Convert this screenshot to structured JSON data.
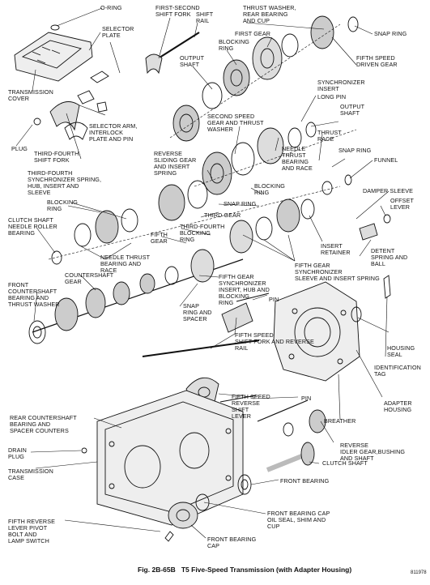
{
  "caption": "Fig. 2B-65B   T5 Five-Speed Transmission (with Adapter Housing)",
  "figure_code": "811978",
  "labels": {
    "o_ring": "O-RING",
    "selector_plate": "SELECTOR\nPLATE",
    "transmission_cover": "TRANSMISSION\nCOVER",
    "first_second_shift_fork": "FIRST-SECOND\nSHIFT FORK",
    "shift_rail": "SHIFT\nRAIL",
    "thrust_washer_rear_bearing": "THRUST WASHER,\nREAR BEARING\nAND CUP",
    "first_gear": "FIRST GEAR",
    "snap_ring_top": "SNAP RING",
    "blocking_ring_top": "BLOCKING\nRING",
    "output_shaft_top": "OUTPUT\nSHAFT",
    "fifth_speed_driven_gear": "FIFTH SPEED\nDRIVEN GEAR",
    "synchronizer_insert": "SYNCHRONIZER\nINSERT",
    "long_pin": "LONG PIN",
    "output_shaft_right": "OUTPUT\nSHAFT",
    "plug": "PLUG",
    "selector_arm": "SELECTOR ARM,\nINTERLOCK\nPLATE AND PIN",
    "second_speed_gear": "SECOND SPEED\nGEAR AND THRUST\nWASHER",
    "thrust_race": "THRUST\nRACE",
    "third_fourth_shift_fork": "THIRD-FOURTH\nSHIFT FORK",
    "reverse_sliding_gear": "REVERSE\nSLIDING GEAR\nAND INSERT\nSPRING",
    "needle_thrust_bearing_race_right": "NEEDLE\nTHRUST\nBEARING\nAND RACE",
    "snap_ring_right": "SNAP RING",
    "funnel": "FUNNEL",
    "third_fourth_synchronizer": "THIRD-FOURTH\nSYNCHRONIZER SPRING,\nHUB, INSERT AND\nSLEEVE",
    "blocking_ring_mid": "BLOCKING\nRING",
    "snap_ring_mid": "SNAP RING",
    "damper_sleeve": "DAMPER SLEEVE",
    "offset_lever": "OFFSET\nLEVER",
    "blocking_ring_left": "BLOCKING\nRING",
    "third_gear": "THIRD GEAR",
    "clutch_shaft_needle_roller": "CLUTCH SHAFT\nNEEDLE ROLLER\nBEARING",
    "third_fourth_blocking_ring": "THIRD-FOURTH\nBLOCKING\nRING",
    "insert_retainer": "INSERT\nRETAINER",
    "detent_spring": "DETENT\nSPRING AND\nBALL",
    "fifth_gear": "FIFTH\nGEAR",
    "needle_thrust_bearing_race_left": "NEEDLE THRUST\nBEARING AND\nRACE",
    "fifth_gear_synchronizer_sleeve": "FIFTH GEAR\nSYNCHRONIZER\nSLEEVE AND INSERT SPRING",
    "countershaft_gear": "COUNTERSHAFT\nGEAR",
    "front_countershaft_bearing": "FRONT\nCOUNTERSHAFT\nBEARING AND\nTHRUST WASHER",
    "fifth_gear_synchronizer_insert": "FIFTH GEAR\nSYNCHRONIZER\nINSERT, HUB AND\nBLOCKING\nRING",
    "pin_mid": "PIN",
    "snap_ring_spacer": "SNAP\nRING AND\nSPACER",
    "fifth_speed_shift_fork": "FIFTH SPEED\nSHIFT FORK AND REVERSE\nRAIL",
    "housing_seal": "HOUSING\nSEAL",
    "identification_tag": "IDENTIFICATION\nTAG",
    "fifth_speed_reverse_shift_lever": "FIFTH SPEED\nREVERSE\nSHIFT\nLEVER",
    "pin_low": "PIN",
    "adapter_housing": "ADAPTER\nHOUSING",
    "rear_countershaft_bearing": "REAR COUNTERSHAFT\nBEARING AND\nSPACER COUNTERS",
    "breather": "BREATHER",
    "drain_plug": "DRAIN\nPLUG",
    "reverse_idler_gear": "REVERSE\nIDLER GEAR,BUSHING\nAND SHAFT",
    "transmission_case": "TRANSMISSION\nCASE",
    "clutch_shaft": "CLUTCH SHAFT",
    "front_bearing": "FRONT BEARING",
    "front_bearing_cap_seal": "FRONT BEARING CAP\nOIL SEAL, SHIM AND\nCUP",
    "fifth_reverse_lever_pivot": "FIFTH REVERSE\nLEVER PIVOT\nBOLT AND\nLAMP SWITCH",
    "front_bearing_cap": "FRONT BEARING\nCAP"
  }
}
